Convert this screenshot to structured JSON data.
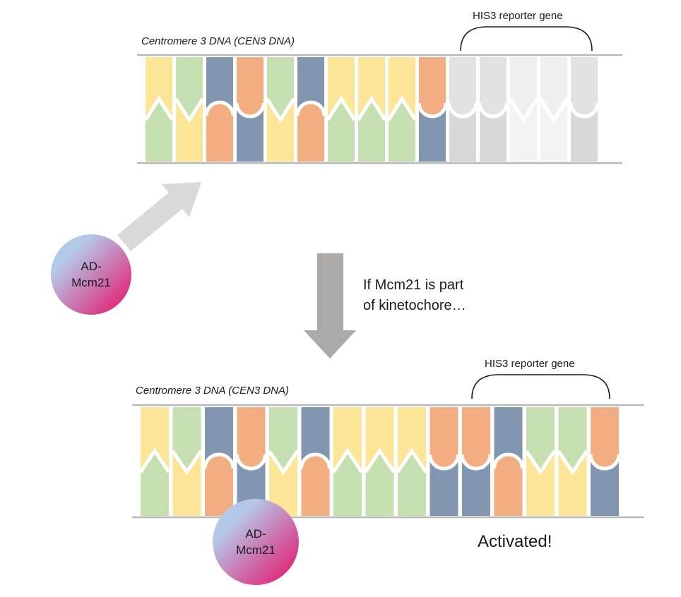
{
  "top_strand": {
    "title": "Centromere 3 DNA (CEN3 DNA)",
    "reporter_label": "HIS3 reporter gene",
    "base_pairs": [
      {
        "top": "yellow",
        "bottom": "green"
      },
      {
        "top": "green",
        "bottom": "yellow"
      },
      {
        "top": "blue",
        "bottom": "orange"
      },
      {
        "top": "orange",
        "bottom": "blue"
      },
      {
        "top": "green",
        "bottom": "yellow"
      },
      {
        "top": "blue",
        "bottom": "orange"
      },
      {
        "top": "yellow",
        "bottom": "green"
      },
      {
        "top": "yellow",
        "bottom": "green"
      },
      {
        "top": "yellow",
        "bottom": "green"
      },
      {
        "top": "orange",
        "bottom": "blue"
      },
      {
        "top": "gray1",
        "bottom": "gray2"
      },
      {
        "top": "gray1",
        "bottom": "gray2"
      },
      {
        "top": "gray3",
        "bottom": "gray4"
      },
      {
        "top": "gray3",
        "bottom": "gray4"
      },
      {
        "top": "gray1",
        "bottom": "gray2"
      }
    ]
  },
  "bottom_strand": {
    "title": "Centromere 3 DNA (CEN3 DNA)",
    "reporter_label": "HIS3 reporter gene",
    "base_pairs": [
      {
        "top": "yellow",
        "bottom": "green"
      },
      {
        "top": "green",
        "bottom": "yellow"
      },
      {
        "top": "blue",
        "bottom": "orange"
      },
      {
        "top": "orange",
        "bottom": "blue"
      },
      {
        "top": "green",
        "bottom": "yellow"
      },
      {
        "top": "blue",
        "bottom": "orange"
      },
      {
        "top": "yellow",
        "bottom": "green"
      },
      {
        "top": "yellow",
        "bottom": "green"
      },
      {
        "top": "yellow",
        "bottom": "green"
      },
      {
        "top": "orange",
        "bottom": "blue"
      },
      {
        "top": "orange",
        "bottom": "blue"
      },
      {
        "top": "blue",
        "bottom": "orange"
      },
      {
        "top": "green",
        "bottom": "yellow"
      },
      {
        "top": "green",
        "bottom": "yellow"
      },
      {
        "top": "orange",
        "bottom": "blue"
      }
    ],
    "status_label": "Activated!"
  },
  "protein": {
    "label_line1": "AD-",
    "label_line2": "Mcm21"
  },
  "condition_text": {
    "line1": "If Mcm21 is part",
    "line2": "of kinetochore…"
  },
  "colors": {
    "yellow": "#fde598",
    "green": "#c5dfb1",
    "blue": "#8296b0",
    "orange": "#f2ae80",
    "gray1": "#e2e2e2",
    "gray2": "#d8d8d8",
    "gray3": "#efefef",
    "gray4": "#f3f3f3",
    "rail": "#b8b8b8",
    "arrow_light": "#d9d9d9",
    "arrow_dark": "#ada9a7",
    "protein_top": "#b4c8e8",
    "protein_bottom": "#e5176e"
  }
}
